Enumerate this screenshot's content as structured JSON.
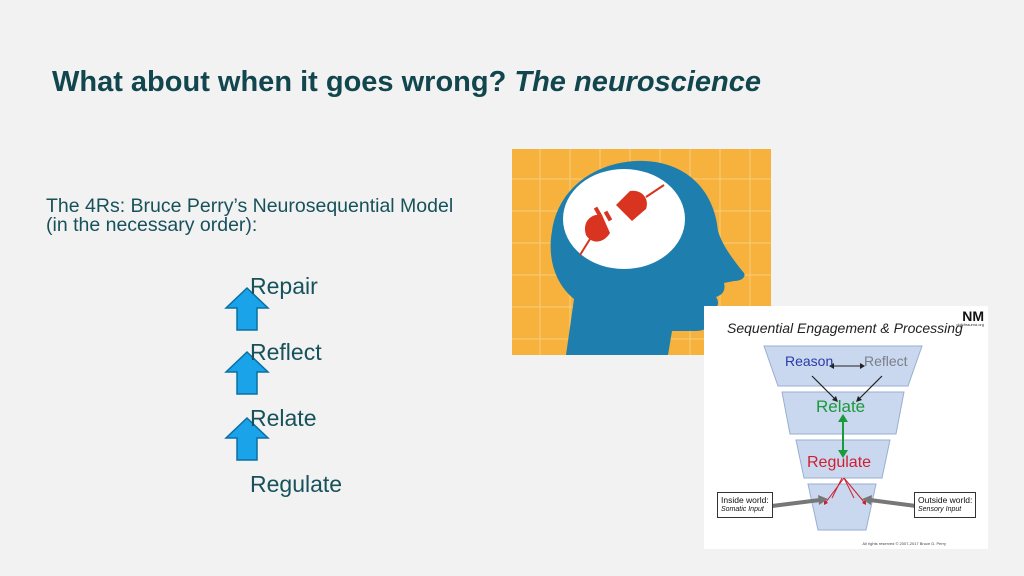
{
  "slide": {
    "title_main": "What about when it goes wrong?",
    "title_italic": "The neuroscience",
    "intro_text": "The 4Rs: Bruce Perry’s Neurosequential Model (in the necessary order):",
    "steps": [
      "Repair",
      "Reflect",
      "Relate",
      "Regulate"
    ]
  },
  "diagram": {
    "title": "Sequential Engagement & Processing",
    "logo": "NM",
    "logo_sub": "childtrauma.org",
    "levels": {
      "reason": "Reason",
      "reflect": "Reflect",
      "relate": "Relate",
      "regulate": "Regulate"
    },
    "inside_world": {
      "label": "Inside world:",
      "sub": "Somatic Input"
    },
    "outside_world": {
      "label": "Outside world:",
      "sub": "Sensory Input"
    },
    "copyright": "All rights reserved © 2007-2017 Bruce D. Perry"
  },
  "colors": {
    "title": "#12464e",
    "text": "#17525b",
    "arrow_fill": "#1aa3e8",
    "head_blue": "#1e7fae",
    "orange_bg": "#f6b23c",
    "plug_red": "#d8341f",
    "tier_fill": "#c9d8ee",
    "reason_blue": "#2a3aa8",
    "reflect_gray": "#7a7f8a",
    "relate_green": "#1a9a3a",
    "regulate_red": "#d01e30"
  },
  "icons": {
    "up_arrow": "up-arrow-icon",
    "head": "head-unplugged-icon"
  }
}
